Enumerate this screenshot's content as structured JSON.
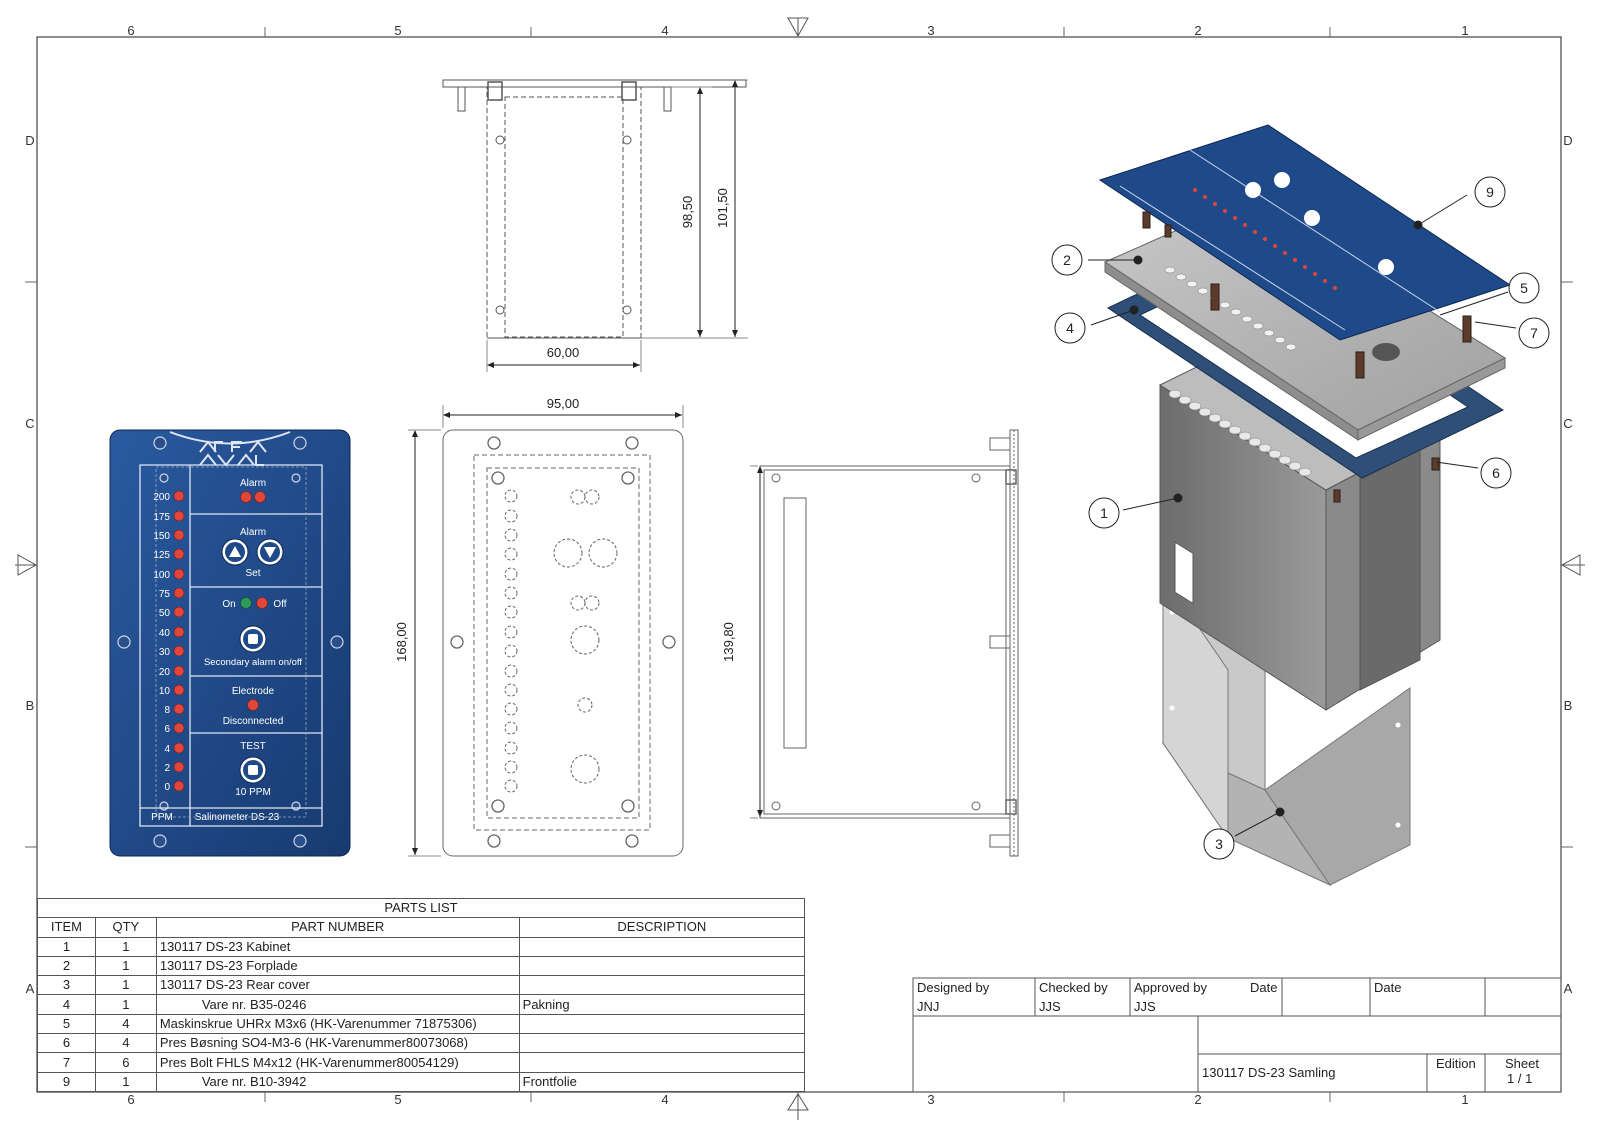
{
  "zones": {
    "columns": [
      "6",
      "5",
      "4",
      "3",
      "2",
      "1"
    ],
    "rows": [
      "D",
      "C",
      "B",
      "A"
    ]
  },
  "dimensions": {
    "top_height_inner": "98,50",
    "top_height_outer": "101,50",
    "top_width": "60,00",
    "front_width": "95,00",
    "front_height": "168,00",
    "side_height": "139,80"
  },
  "panel": {
    "ppm_scale": [
      "200",
      "175",
      "150",
      "125",
      "100",
      "75",
      "50",
      "40",
      "30",
      "20",
      "10",
      "8",
      "6",
      "4",
      "2",
      "0"
    ],
    "alarm_label": "Alarm",
    "alarm_set_top": "Alarm",
    "alarm_set_bottom": "Set",
    "on_label": "On",
    "off_label": "Off",
    "secondary_label": "Secondary alarm on/off",
    "electrode_label": "Electrode",
    "disconnected_label": "Disconnected",
    "test_label": "TEST",
    "test_value": "10 PPM",
    "ppm_label": "PPM",
    "model_label": "Salinometer DS-23",
    "colors": {
      "panel": "#1f4a8a",
      "led_red": "#e2453a",
      "led_green": "#2e9a5a"
    }
  },
  "callouts": [
    "9",
    "2",
    "4",
    "5",
    "7",
    "6",
    "1",
    "3"
  ],
  "parts_list": {
    "title": "PARTS LIST",
    "headers": [
      "ITEM",
      "QTY",
      "PART NUMBER",
      "DESCRIPTION"
    ],
    "rows": [
      {
        "item": "1",
        "qty": "1",
        "part": "130117 DS-23 Kabinet",
        "desc": ""
      },
      {
        "item": "2",
        "qty": "1",
        "part": "130117 DS-23 Forplade",
        "desc": ""
      },
      {
        "item": "3",
        "qty": "1",
        "part": "130117 DS-23 Rear cover",
        "desc": ""
      },
      {
        "item": "4",
        "qty": "1",
        "part": "Vare nr. B35-0246",
        "desc": "Pakning"
      },
      {
        "item": "5",
        "qty": "4",
        "part": "Maskinskrue UHRx M3x6 (HK-Varenummer 71875306)",
        "desc": ""
      },
      {
        "item": "6",
        "qty": "4",
        "part": "Pres Bøsning SO4-M3-6 (HK-Varenummer80073068)",
        "desc": ""
      },
      {
        "item": "7",
        "qty": "6",
        "part": "Pres Bolt FHLS M4x12 (HK-Varenummer80054129)",
        "desc": ""
      },
      {
        "item": "9",
        "qty": "1",
        "part": "Vare nr. B10-3942",
        "desc": "Frontfolie"
      }
    ]
  },
  "title_block": {
    "designed_by_label": "Designed by",
    "designed_by": "JNJ",
    "checked_by_label": "Checked by",
    "checked_by": "JJS",
    "approved_by_label": "Approved by",
    "approved_by": "JJS",
    "date_label_1": "Date",
    "date_label_2": "Date",
    "drawing_title": "130117 DS-23 Samling",
    "edition_label": "Edition",
    "sheet_label": "Sheet",
    "sheet_value": "1 / 1"
  }
}
